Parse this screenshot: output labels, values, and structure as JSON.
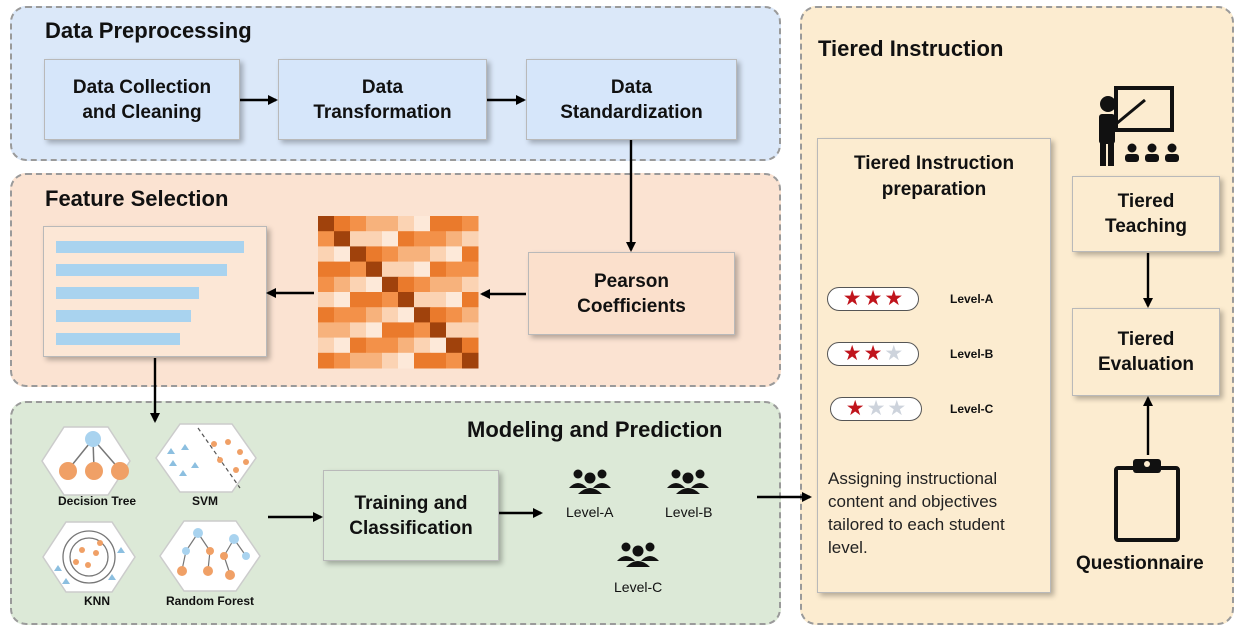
{
  "sections": {
    "data_preprocessing": "Data Preprocessing",
    "feature_selection": "Feature Selection",
    "modeling": "Modeling and Prediction",
    "tiered_instruction": "Tiered Instruction"
  },
  "steps": {
    "collection": "Data Collection and Cleaning",
    "transformation": "Data Transformation",
    "standardization": "Data Standardization",
    "pearson": "Pearson Coefficients",
    "training": "Training and Classification"
  },
  "models": {
    "decision_tree": "Decision Tree",
    "svm": "SVM",
    "knn": "KNN",
    "random_forest": "Random Forest"
  },
  "student_groups": {
    "a": "Level-A",
    "b": "Level-B",
    "c": "Level-C"
  },
  "feature_importance": [
    1.0,
    0.91,
    0.76,
    0.72,
    0.66
  ],
  "tiered": {
    "preparation_title": "Tiered Instruction preparation",
    "levels": [
      {
        "label": "Level-A",
        "stars": 3
      },
      {
        "label": "Level-B",
        "stars": 2
      },
      {
        "label": "Level-C",
        "stars": 1
      }
    ],
    "description": "Assigning instructional content and objectives tailored to each student level.",
    "teaching": "Tiered Teaching",
    "evaluation": "Tiered Evaluation",
    "questionnaire": "Questionnaire"
  },
  "colors": {
    "blue_panel": "#dbe8f9",
    "orange_panel": "#fbe3d2",
    "green_panel": "#dce9d7",
    "yellow_panel": "#fcecd0",
    "bar": "#a9d3ef",
    "star": "#c0141c"
  },
  "icons": [
    "people-group-icon",
    "teacher-board-icon",
    "clipboard-icon",
    "decision-tree-icon",
    "svm-icon",
    "knn-icon",
    "random-forest-icon",
    "heatmap-icon",
    "bar-chart-icon"
  ]
}
